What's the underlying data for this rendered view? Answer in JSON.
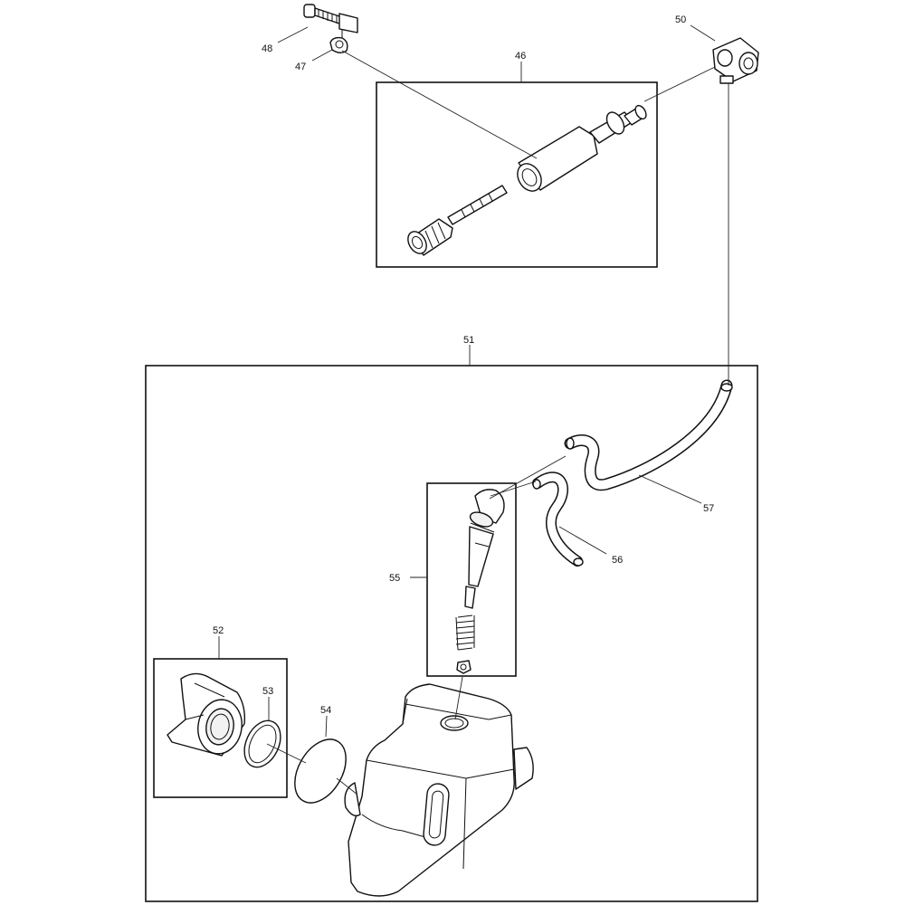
{
  "diagram": {
    "callouts": {
      "c46": "46",
      "c47": "47",
      "c48": "48",
      "c50": "50",
      "c51": "51",
      "c52": "52",
      "c53": "53",
      "c54": "54",
      "c55": "55",
      "c56": "56",
      "c57": "57"
    }
  }
}
